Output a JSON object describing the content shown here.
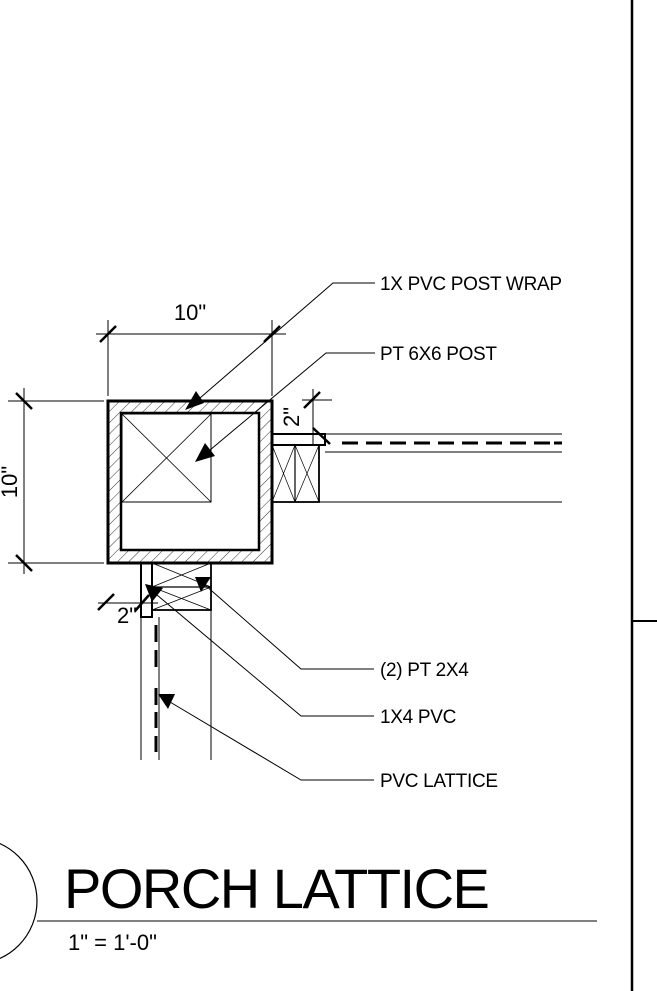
{
  "detail": {
    "title": "PORCH LATTICE",
    "scale": "1\" = 1'-0\""
  },
  "callouts": {
    "post_wrap": "1X PVC POST WRAP",
    "post": "PT 6X6 POST",
    "blocking": "(2) PT 2X4",
    "trim": "1X4 PVC",
    "lattice": "PVC LATTICE"
  },
  "dimensions": {
    "post_width": "10\"",
    "post_depth": "10\"",
    "offset_right": "2\"",
    "offset_bottom": "2\""
  }
}
